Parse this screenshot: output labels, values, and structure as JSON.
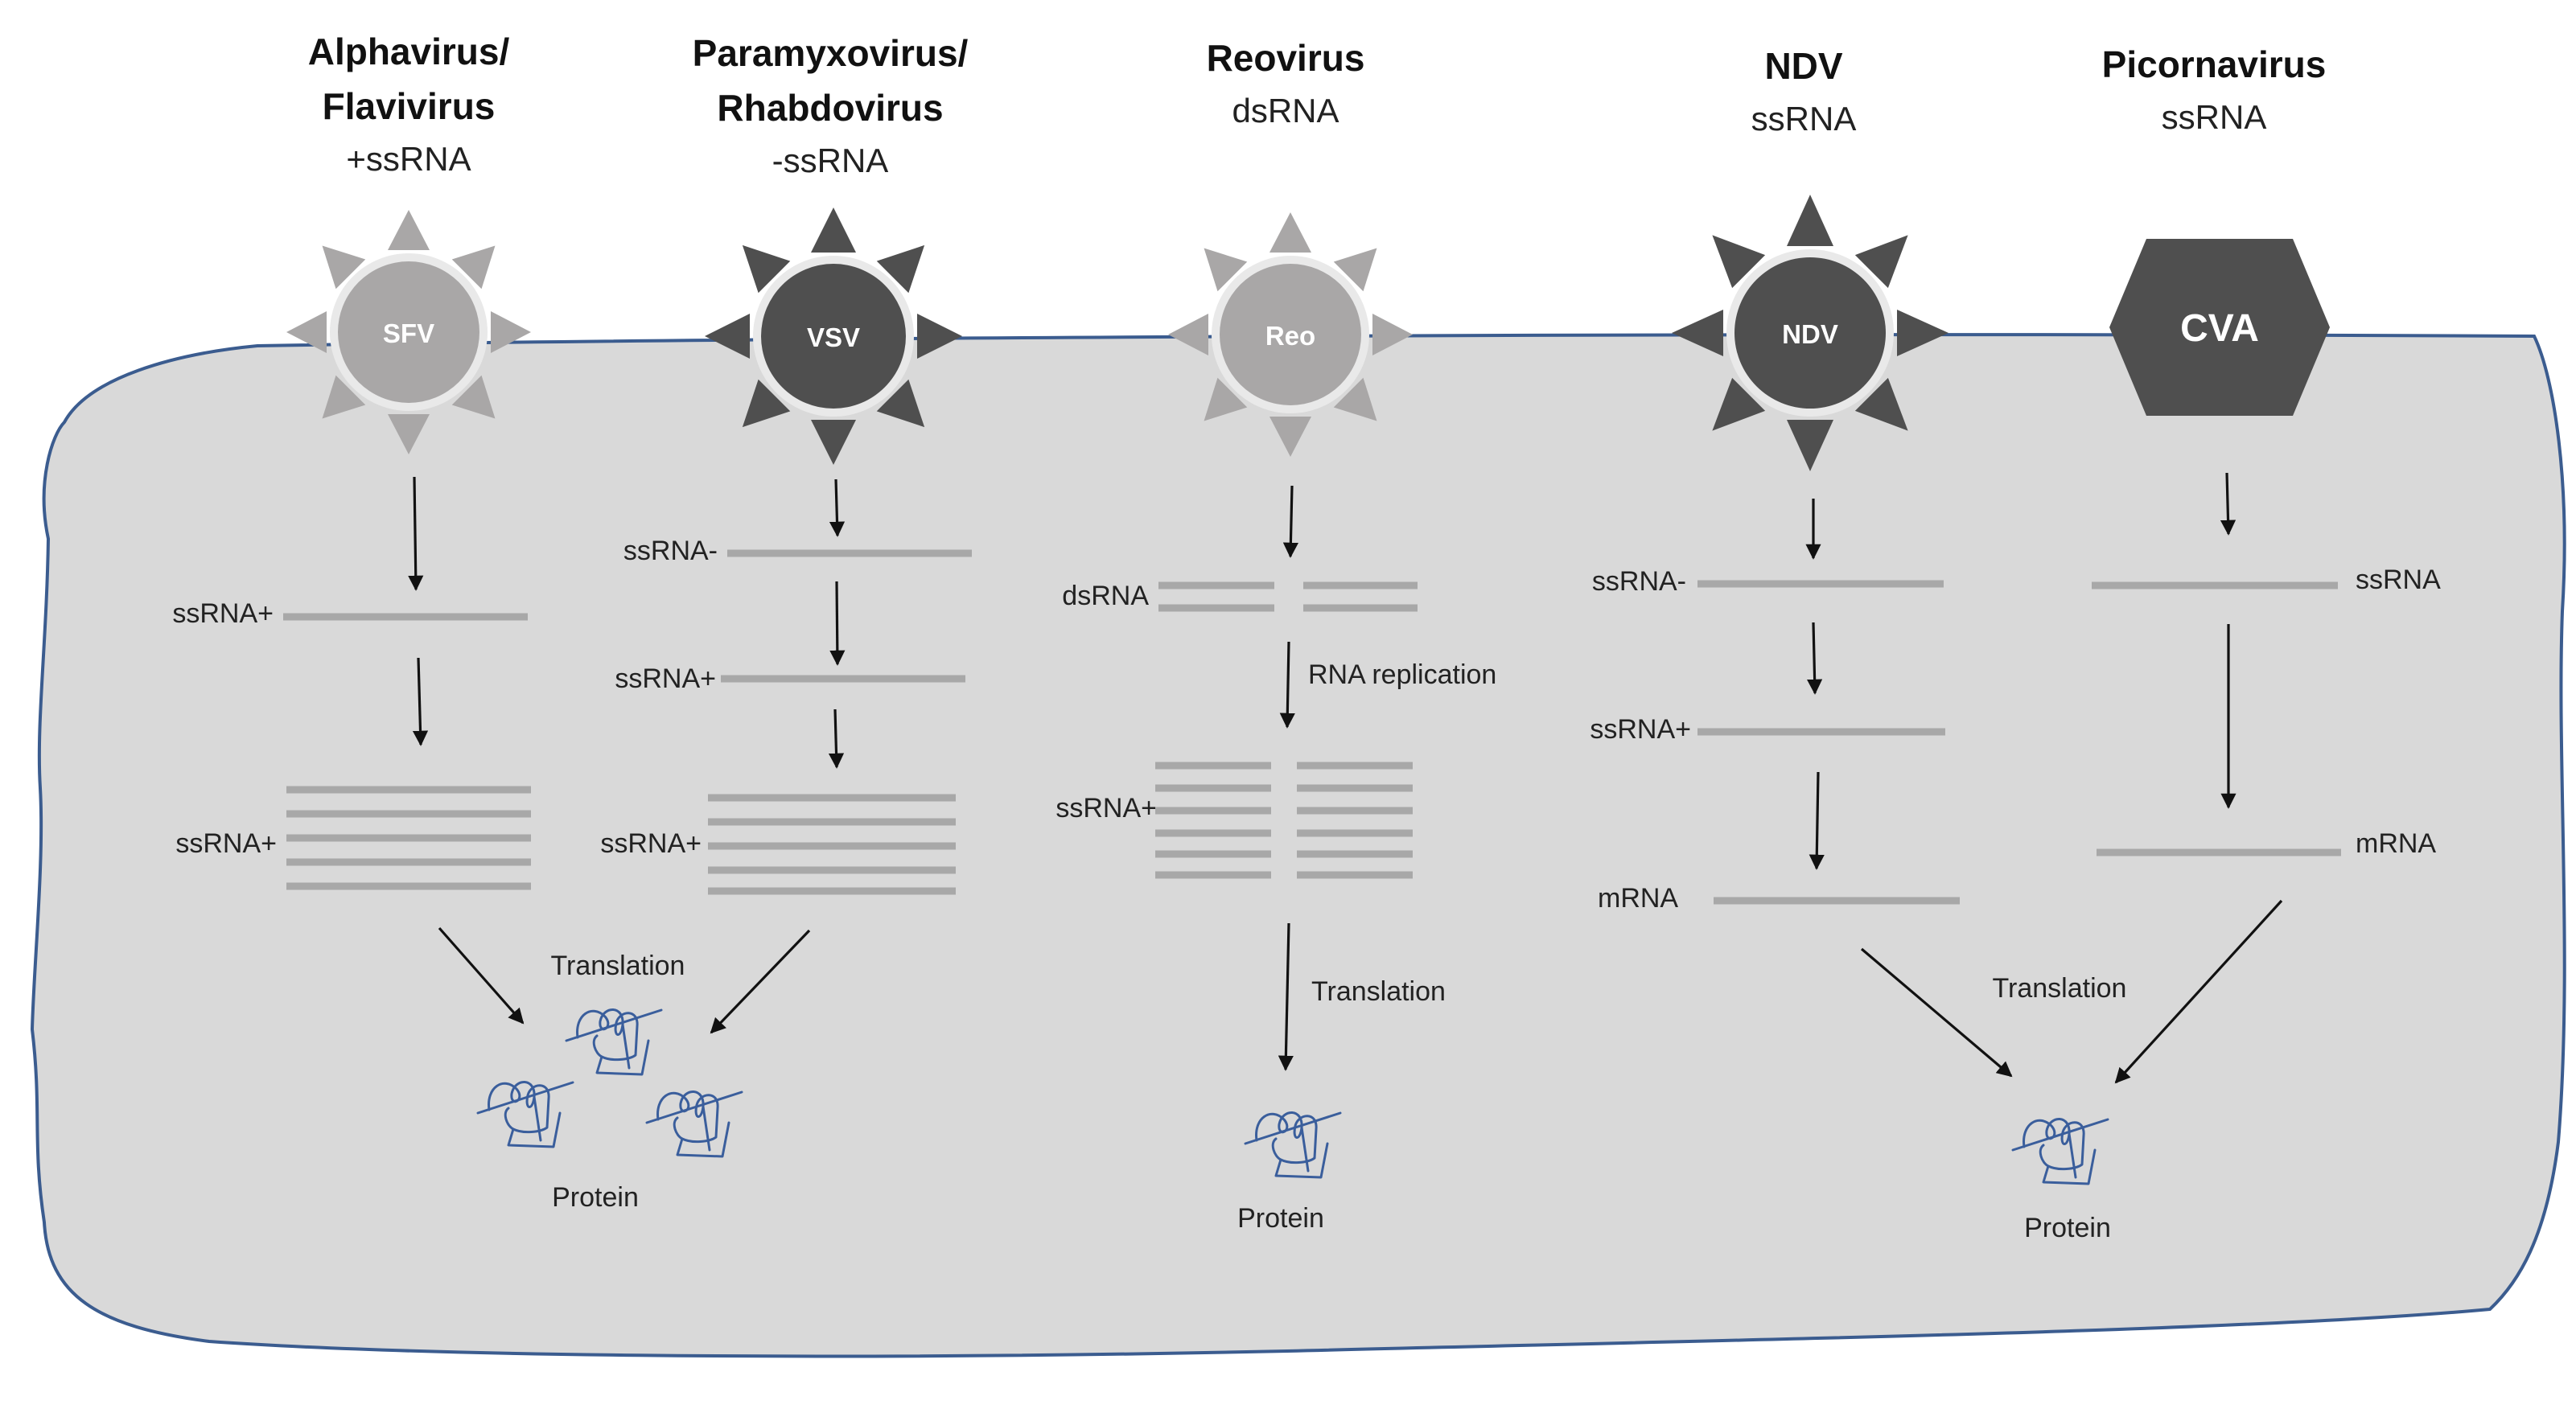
{
  "groups": [
    {
      "title_line1": "Alphavirus/",
      "title_line2": "Flavivirus",
      "genome": "+ssRNA",
      "virus": "SFV"
    },
    {
      "title_line1": "Paramyxovirus/",
      "title_line2": "Rhabdovirus",
      "genome": "-ssRNA",
      "virus": "VSV"
    },
    {
      "title_line1": "Reovirus",
      "genome": "dsRNA",
      "virus": "Reo"
    },
    {
      "title_line1": "NDV",
      "genome": "ssRNA",
      "virus": "NDV"
    },
    {
      "title_line1": "Picornavirus",
      "genome": "ssRNA",
      "virus": "CVA"
    }
  ],
  "labels": {
    "sfv_ss1": "ssRNA+",
    "sfv_ss2": "ssRNA+",
    "vsv_ss1": "ssRNA-",
    "vsv_ss2": "ssRNA+",
    "vsv_ss3": "ssRNA+",
    "reo_ds": "dsRNA",
    "reo_replication": "RNA  replication",
    "reo_ss": "ssRNA+",
    "ndv_ss1": "ssRNA-",
    "ndv_ss2": "ssRNA+",
    "ndv_mrna": "mRNA",
    "cva_ss": "ssRNA",
    "cva_mrna": "mRNA",
    "translation_left": "Translation",
    "translation_mid": "Translation",
    "translation_right": "Translation",
    "protein_left": "Protein",
    "protein_mid": "Protein",
    "protein_right": "Protein"
  },
  "colors": {
    "cell": "#d9d9d9",
    "cell_border": "#3b5c8f",
    "virus_light": "#a9a7a7",
    "virus_dark": "#4f4f4f",
    "strand": "#a8a8a8",
    "protein_ink": "#3a5e9c"
  },
  "icons": {
    "enveloped_virus": "spiked-sphere-icon",
    "naked_virus": "hexagon-capsid-icon",
    "protein": "squiggle-protein-icon"
  }
}
